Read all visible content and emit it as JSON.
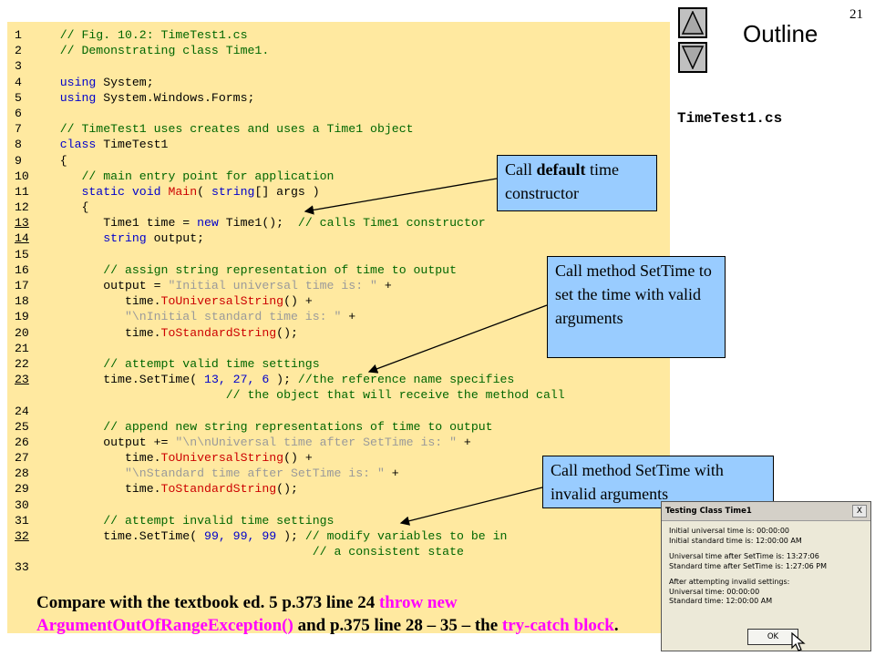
{
  "page_number": "21",
  "outline": {
    "title": "Outline",
    "up_icon": "triangle-up-icon",
    "down_icon": "triangle-down-icon"
  },
  "file_name": "TimeTest1.cs",
  "code_lines": [
    {
      "num": "1",
      "u": false,
      "parts": [
        [
          "c",
          "   // Fig. 10.2: TimeTest1.cs"
        ]
      ]
    },
    {
      "num": "2",
      "u": false,
      "parts": [
        [
          "c",
          "   // Demonstrating class Time1."
        ]
      ]
    },
    {
      "num": "3",
      "u": false,
      "parts": []
    },
    {
      "num": "4",
      "u": false,
      "parts": [
        [
          "k",
          "   using"
        ],
        [
          "p",
          " System;"
        ]
      ]
    },
    {
      "num": "5",
      "u": false,
      "parts": [
        [
          "k",
          "   using"
        ],
        [
          "p",
          " System.Windows.Forms;"
        ]
      ]
    },
    {
      "num": "6",
      "u": false,
      "parts": []
    },
    {
      "num": "7",
      "u": false,
      "parts": [
        [
          "c",
          "   // TimeTest1 uses creates and uses a Time1 object"
        ]
      ]
    },
    {
      "num": "8",
      "u": false,
      "parts": [
        [
          "k",
          "   class"
        ],
        [
          "p",
          " TimeTest1"
        ]
      ]
    },
    {
      "num": "9",
      "u": false,
      "parts": [
        [
          "p",
          "   {"
        ]
      ]
    },
    {
      "num": "10",
      "u": false,
      "parts": [
        [
          "c",
          "      // main entry point for application"
        ]
      ]
    },
    {
      "num": "11",
      "u": false,
      "parts": [
        [
          "k",
          "      static void"
        ],
        [
          "f",
          " Main"
        ],
        [
          "p",
          "( "
        ],
        [
          "k",
          "string"
        ],
        [
          "p",
          "[] args )"
        ]
      ]
    },
    {
      "num": "12",
      "u": false,
      "parts": [
        [
          "p",
          "      {"
        ]
      ]
    },
    {
      "num": "13",
      "u": true,
      "parts": [
        [
          "p",
          "         Time1 time = "
        ],
        [
          "k",
          "new"
        ],
        [
          "p",
          " Time1();  "
        ],
        [
          "c",
          "// calls Time1 constructor"
        ]
      ]
    },
    {
      "num": "14",
      "u": true,
      "parts": [
        [
          "k",
          "         string"
        ],
        [
          "p",
          " output;"
        ]
      ]
    },
    {
      "num": "15",
      "u": false,
      "parts": []
    },
    {
      "num": "16",
      "u": false,
      "parts": [
        [
          "c",
          "         // assign string representation of time to output"
        ]
      ]
    },
    {
      "num": "17",
      "u": false,
      "parts": [
        [
          "p",
          "         output = "
        ],
        [
          "s",
          "\"Initial universal time is: \""
        ],
        [
          "p",
          " +"
        ]
      ]
    },
    {
      "num": "18",
      "u": false,
      "parts": [
        [
          "p",
          "            time."
        ],
        [
          "f",
          "ToUniversalString"
        ],
        [
          "p",
          "() +"
        ]
      ]
    },
    {
      "num": "19",
      "u": false,
      "parts": [
        [
          "s",
          "            \"\\nInitial standard time is: \""
        ],
        [
          "p",
          " +"
        ]
      ]
    },
    {
      "num": "20",
      "u": false,
      "parts": [
        [
          "p",
          "            time."
        ],
        [
          "f",
          "ToStandardString"
        ],
        [
          "p",
          "();"
        ]
      ]
    },
    {
      "num": "21",
      "u": false,
      "parts": []
    },
    {
      "num": "22",
      "u": false,
      "parts": [
        [
          "c",
          "         // attempt valid time settings"
        ]
      ]
    },
    {
      "num": "23",
      "u": true,
      "parts": [
        [
          "p",
          "         time.SetTime( "
        ],
        [
          "k",
          "13, 27, 6"
        ],
        [
          "p",
          " ); "
        ],
        [
          "c",
          "//the reference name specifies"
        ]
      ]
    },
    {
      "num": "",
      "u": false,
      "parts": [
        [
          "c",
          "                          // the object that will receive the method call"
        ]
      ]
    },
    {
      "num": "24",
      "u": false,
      "parts": []
    },
    {
      "num": "25",
      "u": false,
      "parts": [
        [
          "c",
          "         // append new string representations of time to output"
        ]
      ]
    },
    {
      "num": "26",
      "u": false,
      "parts": [
        [
          "p",
          "         output += "
        ],
        [
          "s",
          "\"\\n\\nUniversal time after SetTime is: \""
        ],
        [
          "p",
          " +"
        ]
      ]
    },
    {
      "num": "27",
      "u": false,
      "parts": [
        [
          "p",
          "            time."
        ],
        [
          "f",
          "ToUniversalString"
        ],
        [
          "p",
          "() +"
        ]
      ]
    },
    {
      "num": "28",
      "u": false,
      "parts": [
        [
          "s",
          "            \"\\nStandard time after SetTime is: \""
        ],
        [
          "p",
          " +"
        ]
      ]
    },
    {
      "num": "29",
      "u": false,
      "parts": [
        [
          "p",
          "            time."
        ],
        [
          "f",
          "ToStandardString"
        ],
        [
          "p",
          "();"
        ]
      ]
    },
    {
      "num": "30",
      "u": false,
      "parts": []
    },
    {
      "num": "31",
      "u": false,
      "parts": [
        [
          "c",
          "         // attempt invalid time settings"
        ]
      ]
    },
    {
      "num": "32",
      "u": true,
      "parts": [
        [
          "p",
          "         time.SetTime( "
        ],
        [
          "k",
          "99, 99, 99"
        ],
        [
          "p",
          " ); "
        ],
        [
          "c",
          "// modify variables to be in"
        ]
      ]
    },
    {
      "num": "",
      "u": false,
      "parts": [
        [
          "c",
          "                                      // a consistent state"
        ]
      ]
    },
    {
      "num": "33",
      "u": false,
      "parts": []
    }
  ],
  "bottom_note": {
    "part1": " Compare with the textbook ed. 5 p.373 line 24 ",
    "hl1": "throw new ArgumentOutOfRangeException()",
    "part2": "  and p.375 line 28 – 35 – the ",
    "hl2": "try-catch block",
    "part3": "."
  },
  "callouts": {
    "c1_pre": "Call ",
    "c1_bold": "default",
    "c1_post": " time constructor",
    "c2": "Call method SetTime to set the time with valid arguments",
    "c3": "Call method SetTime with invalid arguments"
  },
  "dialog": {
    "title": "Testing Class Time1",
    "close_label": "X",
    "lines": [
      "Initial universal time is: 00:00:00",
      "Initial standard time is: 12:00:00 AM",
      "",
      "Universal time after SetTime is: 13:27:06",
      "Standard time after SetTime is: 1:27:06 PM",
      "",
      "After attempting invalid settings:",
      "Universal time: 00:00:00",
      "Standard time: 12:00:00 AM"
    ],
    "ok_label": "OK"
  }
}
